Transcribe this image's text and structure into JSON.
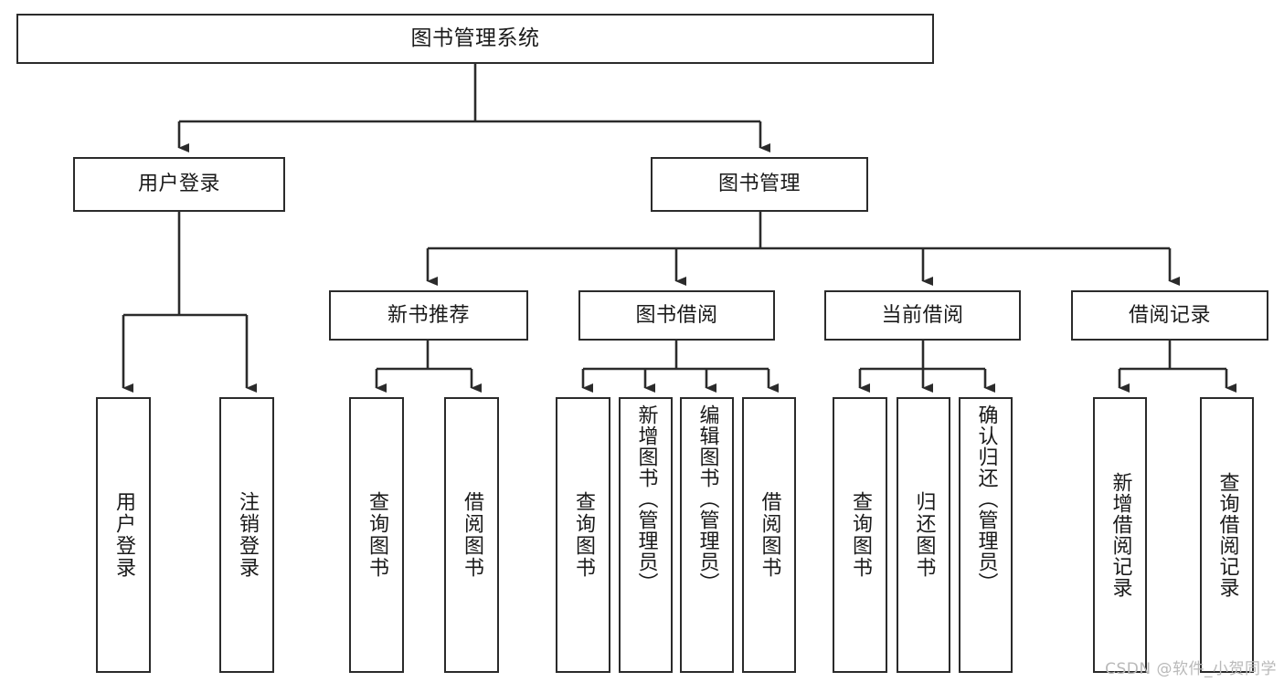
{
  "diagram": {
    "type": "tree-hierarchy-chart",
    "title": "图书管理系统",
    "watermark": "CSDN @软件_小贺同学",
    "colors": {
      "stroke": "#2b2b2b",
      "fill": "#ffffff",
      "text": "#1a1a1a",
      "watermark": "#b9b9b9"
    },
    "nodes": [
      {
        "id": "root",
        "label": "图书管理系统",
        "level": 0,
        "orientation": "horizontal"
      },
      {
        "id": "user-login",
        "label": "用户登录",
        "level": 1,
        "orientation": "horizontal"
      },
      {
        "id": "book-manage",
        "label": "图书管理",
        "level": 1,
        "orientation": "horizontal"
      },
      {
        "id": "new-book-rec",
        "label": "新书推荐",
        "level": 2,
        "orientation": "horizontal"
      },
      {
        "id": "book-borrow",
        "label": "图书借阅",
        "level": 2,
        "orientation": "horizontal"
      },
      {
        "id": "current-borrow",
        "label": "当前借阅",
        "level": 2,
        "orientation": "horizontal"
      },
      {
        "id": "borrow-record",
        "label": "借阅记录",
        "level": 2,
        "orientation": "horizontal"
      },
      {
        "id": "leaf-login",
        "label": "用户登录",
        "level": 3,
        "orientation": "vertical",
        "parent": "user-login"
      },
      {
        "id": "leaf-logout",
        "label": "注销登录",
        "level": 3,
        "orientation": "vertical",
        "parent": "user-login"
      },
      {
        "id": "leaf-query-1",
        "label": "查询图书",
        "level": 3,
        "orientation": "vertical",
        "parent": "new-book-rec"
      },
      {
        "id": "leaf-borrow-1",
        "label": "借阅图书",
        "level": 3,
        "orientation": "vertical",
        "parent": "new-book-rec"
      },
      {
        "id": "leaf-query-2",
        "label": "查询图书",
        "level": 3,
        "orientation": "vertical",
        "parent": "book-borrow"
      },
      {
        "id": "leaf-add-book",
        "label": "新增图书（管理员）",
        "level": 3,
        "orientation": "vertical",
        "parent": "book-borrow"
      },
      {
        "id": "leaf-edit-book",
        "label": "编辑图书（管理员）",
        "level": 3,
        "orientation": "vertical",
        "parent": "book-borrow"
      },
      {
        "id": "leaf-borrow-2",
        "label": "借阅图书",
        "level": 3,
        "orientation": "vertical",
        "parent": "book-borrow"
      },
      {
        "id": "leaf-query-3",
        "label": "查询图书",
        "level": 3,
        "orientation": "vertical",
        "parent": "current-borrow"
      },
      {
        "id": "leaf-return",
        "label": "归还图书",
        "level": 3,
        "orientation": "vertical",
        "parent": "current-borrow"
      },
      {
        "id": "leaf-confirm",
        "label": "确认归还（管理员）",
        "level": 3,
        "orientation": "vertical",
        "parent": "current-borrow"
      },
      {
        "id": "leaf-add-rec",
        "label": "新增借阅记录",
        "level": 3,
        "orientation": "vertical",
        "parent": "borrow-record"
      },
      {
        "id": "leaf-query-rec",
        "label": "查询借阅记录",
        "level": 3,
        "orientation": "vertical",
        "parent": "borrow-record"
      }
    ],
    "edges": [
      {
        "from": "root",
        "to": "user-login"
      },
      {
        "from": "root",
        "to": "book-manage"
      },
      {
        "from": "book-manage",
        "to": "new-book-rec"
      },
      {
        "from": "book-manage",
        "to": "book-borrow"
      },
      {
        "from": "book-manage",
        "to": "current-borrow"
      },
      {
        "from": "book-manage",
        "to": "borrow-record"
      },
      {
        "from": "user-login",
        "to": "leaf-login"
      },
      {
        "from": "user-login",
        "to": "leaf-logout"
      },
      {
        "from": "new-book-rec",
        "to": "leaf-query-1"
      },
      {
        "from": "new-book-rec",
        "to": "leaf-borrow-1"
      },
      {
        "from": "book-borrow",
        "to": "leaf-query-2"
      },
      {
        "from": "book-borrow",
        "to": "leaf-add-book"
      },
      {
        "from": "book-borrow",
        "to": "leaf-edit-book"
      },
      {
        "from": "book-borrow",
        "to": "leaf-borrow-2"
      },
      {
        "from": "current-borrow",
        "to": "leaf-query-3"
      },
      {
        "from": "current-borrow",
        "to": "leaf-return"
      },
      {
        "from": "current-borrow",
        "to": "leaf-confirm"
      },
      {
        "from": "borrow-record",
        "to": "leaf-add-rec"
      },
      {
        "from": "borrow-record",
        "to": "leaf-query-rec"
      }
    ]
  }
}
